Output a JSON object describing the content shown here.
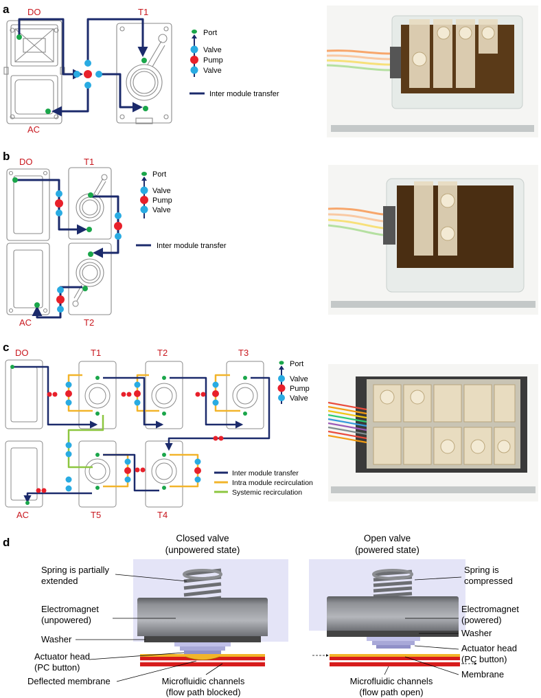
{
  "panels": {
    "a": {
      "letter": "a",
      "modules": {
        "do": "DO",
        "ac": "AC",
        "t1": "T1"
      },
      "legend": {
        "port": "Port",
        "valve1": "Valve",
        "pump": "Pump",
        "valve2": "Valve"
      },
      "line_legend": {
        "inter": "Inter module transfer"
      }
    },
    "b": {
      "letter": "b",
      "modules": {
        "do": "DO",
        "ac": "AC",
        "t1": "T1",
        "t2": "T2"
      },
      "legend": {
        "port": "Port",
        "valve1": "Valve",
        "pump": "Pump",
        "valve2": "Valve"
      },
      "line_legend": {
        "inter": "Inter module transfer"
      }
    },
    "c": {
      "letter": "c",
      "modules": {
        "do": "DO",
        "ac": "AC",
        "t1": "T1",
        "t2": "T2",
        "t3": "T3",
        "t4": "T4",
        "t5": "T5"
      },
      "legend": {
        "port": "Port",
        "valve1": "Valve",
        "pump": "Pump",
        "valve2": "Valve"
      },
      "line_legend": {
        "inter": "Inter module transfer",
        "intra": "Intra module recirculation",
        "systemic": "Systemic recirculation"
      }
    },
    "d": {
      "letter": "d",
      "closed": {
        "title1": "Closed valve",
        "title2": "(unpowered state)",
        "spring1": "Spring is partially",
        "spring2": "extended",
        "magnet1": "Electromagnet",
        "magnet2": "(unpowered)",
        "washer": "Washer",
        "actuator1": "Actuator head",
        "actuator2": "(PC button)",
        "membrane": "Deflected membrane",
        "channels1": "Microfluidic channels",
        "channels2": "(flow path blocked)"
      },
      "open": {
        "title1": "Open valve",
        "title2": "(powered state)",
        "spring1": "Spring is",
        "spring2": "compressed",
        "magnet1": "Electromagnet",
        "magnet2": "(powered)",
        "washer": "Washer",
        "actuator1": "Actuator head",
        "actuator2": "(PC button)",
        "membrane": "Membrane",
        "channels1": "Microfluidic channels",
        "channels2": "(flow path open)"
      }
    }
  },
  "colors": {
    "inter": "#1b2a6b",
    "intra": "#f2b42a",
    "systemic": "#8cc63f",
    "port": "#1aa64a",
    "valve": "#29abe2",
    "pump": "#e8202a",
    "module_label": "#c8161d",
    "outline": "#9a9a9a",
    "shade": "#e4e4f7"
  }
}
